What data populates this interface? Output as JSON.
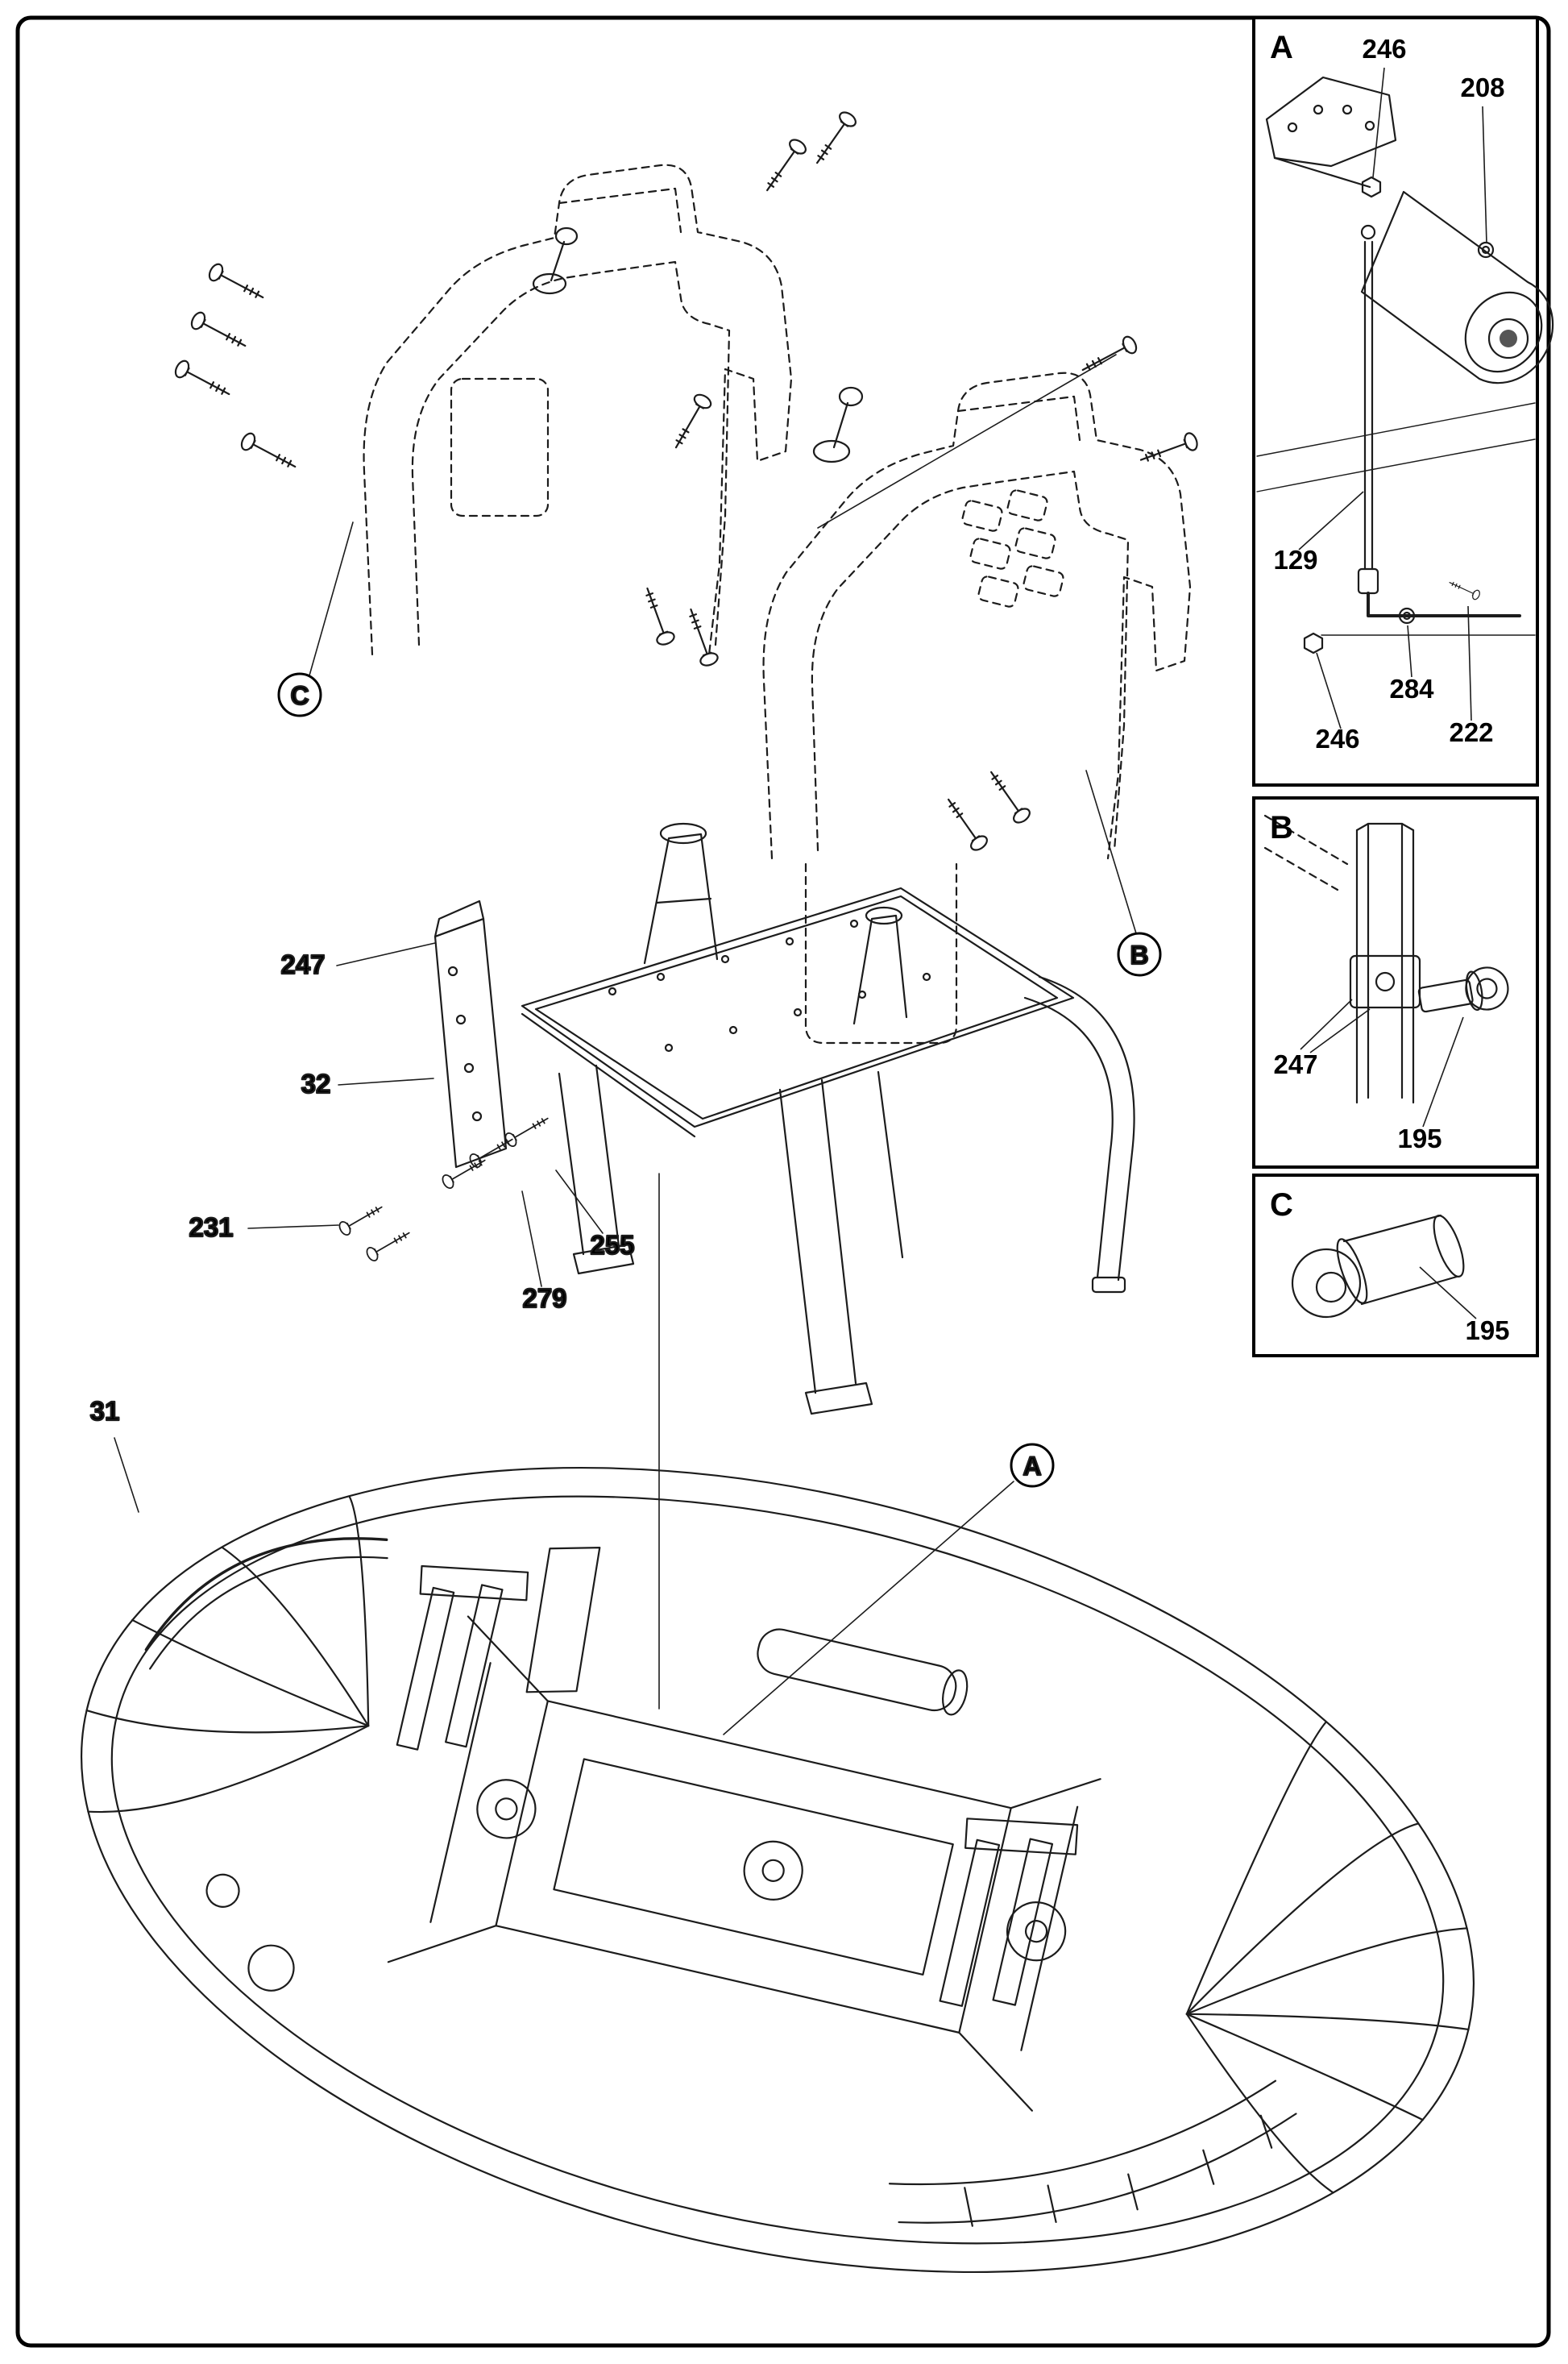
{
  "figure": {
    "type": "exploded-parts-diagram"
  },
  "colors": {
    "line": "#1c1c1c",
    "background": "#ffffff"
  },
  "main_diagram": {
    "part_labels": {
      "p247": "247",
      "p32": "32",
      "p231": "231",
      "p255": "255",
      "p279": "279",
      "p31": "31"
    },
    "callouts": {
      "a": "A",
      "b": "B",
      "c": "C"
    }
  },
  "insets": {
    "a": {
      "title": "A",
      "parts": {
        "p246_top": "246",
        "p208": "208",
        "p129": "129",
        "p284": "284",
        "p246_bottom": "246",
        "p222": "222"
      }
    },
    "b": {
      "title": "B",
      "parts": {
        "p247": "247",
        "p195": "195"
      }
    },
    "c": {
      "title": "C",
      "parts": {
        "p195": "195"
      }
    }
  }
}
